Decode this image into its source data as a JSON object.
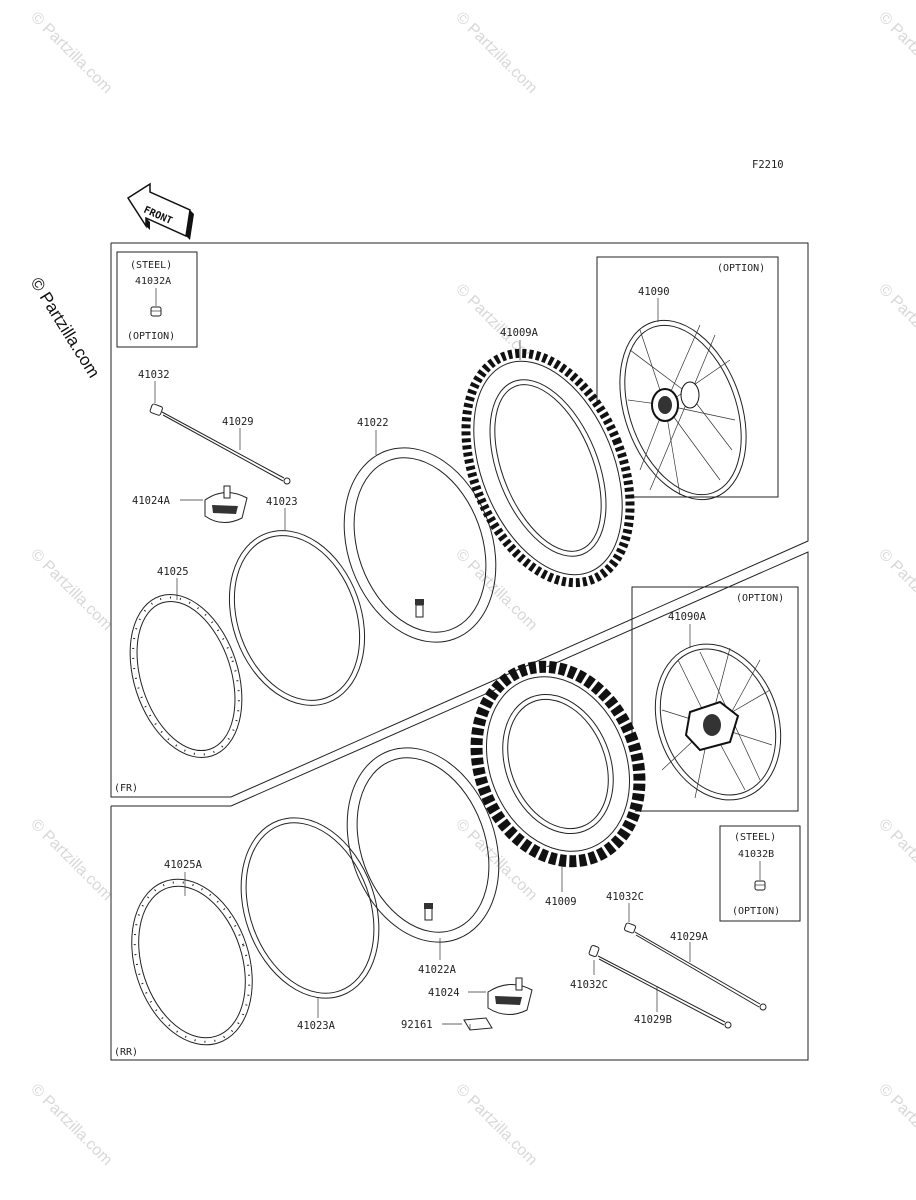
{
  "figure_code": "F2210",
  "front_arrow_label": "FRONT",
  "watermark": "© Partzilla.com",
  "side_watermark": "© Partzilla.com",
  "sections": {
    "front": "(FR)",
    "rear": "(RR)"
  },
  "inset_steel_front": {
    "title": "(STEEL)",
    "part": "41032A",
    "note": "(OPTION)"
  },
  "inset_steel_rear": {
    "title": "(STEEL)",
    "part": "41032B",
    "note": "(OPTION)"
  },
  "option_front": "(OPTION)",
  "option_rear": "(OPTION)",
  "parts": {
    "p41032": "41032",
    "p41029": "41029",
    "p41024A": "41024A",
    "p41023": "41023",
    "p41022": "41022",
    "p41009A": "41009A",
    "p41090": "41090",
    "p41025": "41025",
    "p41090A": "41090A",
    "p41025A": "41025A",
    "p41023A": "41023A",
    "p41022A": "41022A",
    "p41009": "41009",
    "p41032C_top": "41032C",
    "p41029A": "41029A",
    "p41032C_bottom": "41032C",
    "p41029B": "41029B",
    "p41024": "41024",
    "p92161": "92161"
  }
}
